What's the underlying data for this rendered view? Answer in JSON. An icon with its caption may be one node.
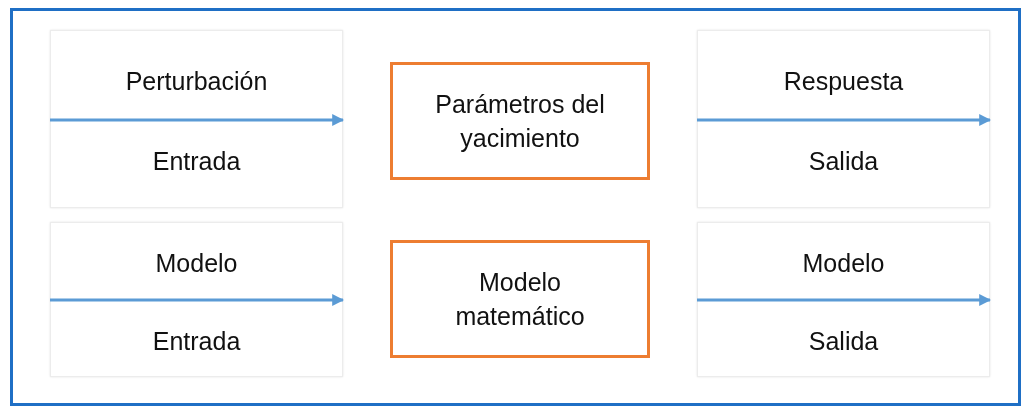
{
  "diagram": {
    "nodes": [
      {
        "text": [
          "Perturbación",
          "Entrada"
        ]
      },
      {
        "text": [
          "Parámetros del yacimiento"
        ]
      },
      {
        "text": [
          "Respuesta",
          "Salida"
        ]
      },
      {
        "text": [
          "Modelo",
          "Entrada"
        ]
      },
      {
        "text": [
          "Modelo matemático"
        ]
      },
      {
        "text": [
          "Modelo",
          "Salida"
        ]
      }
    ],
    "edges": [
      {
        "from": null,
        "to": 0,
        "arrow": "to"
      },
      {
        "from": null,
        "to": 2,
        "arrow": "to"
      },
      {
        "from": null,
        "to": 3,
        "arrow": "to"
      },
      {
        "from": null,
        "to": 5,
        "arrow": "to"
      }
    ]
  }
}
